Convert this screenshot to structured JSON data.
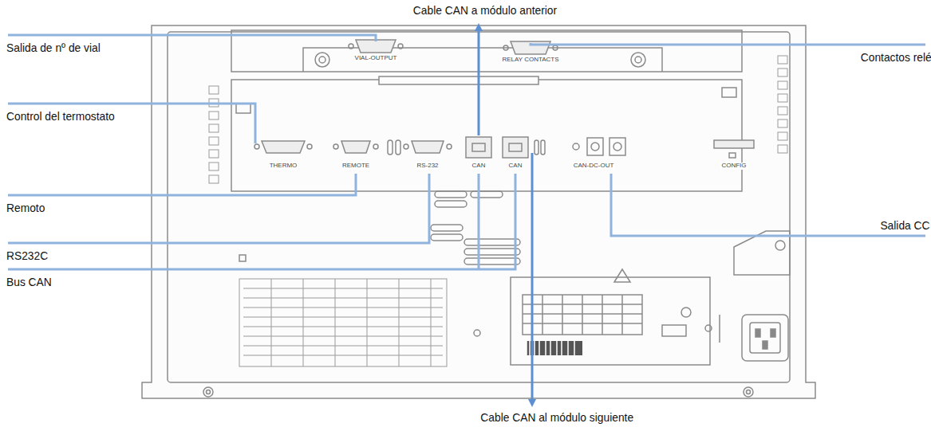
{
  "diagram": {
    "labels": [
      "Cable CAN a módulo anterior",
      "Salida de nº de vial",
      "Contactos relé",
      "Control del termostato",
      "Remoto",
      "RS232C",
      "Salida CC",
      "Bus CAN",
      "Cable CAN al módulo siguiente",
      "VIAL-OUTPUT",
      "RELAY CONTACTS",
      "THERMO",
      "REMOTE",
      "RS-232",
      "CAN",
      "CAN",
      "CAN-DC-OUT",
      "CONFIG"
    ]
  }
}
